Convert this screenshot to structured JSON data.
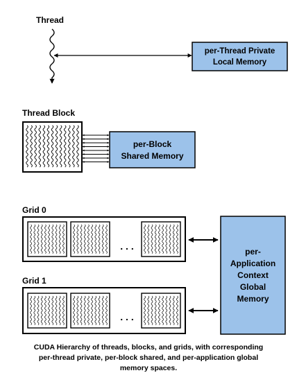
{
  "thread": {
    "label": "Thread",
    "memory_line1": "per-Thread Private",
    "memory_line2": "Local Memory"
  },
  "block": {
    "label": "Thread Block",
    "memory_line1": "per-Block",
    "memory_line2": "Shared Memory"
  },
  "grids": [
    {
      "label": "Grid 0",
      "ellipsis": ". . ."
    },
    {
      "label": "Grid 1",
      "ellipsis": ". . ."
    }
  ],
  "global_memory": {
    "line1": "per-",
    "line2": "Application",
    "line3": "Context",
    "line4": "Global",
    "line5": "Memory"
  },
  "caption": {
    "line1": "CUDA Hierarchy of threads, blocks, and grids, with corresponding",
    "line2": "per-thread private, per-block shared, and per-application global",
    "line3": "memory spaces."
  },
  "colors": {
    "memory_fill": "#9cc2ea",
    "outline": "#000000"
  }
}
